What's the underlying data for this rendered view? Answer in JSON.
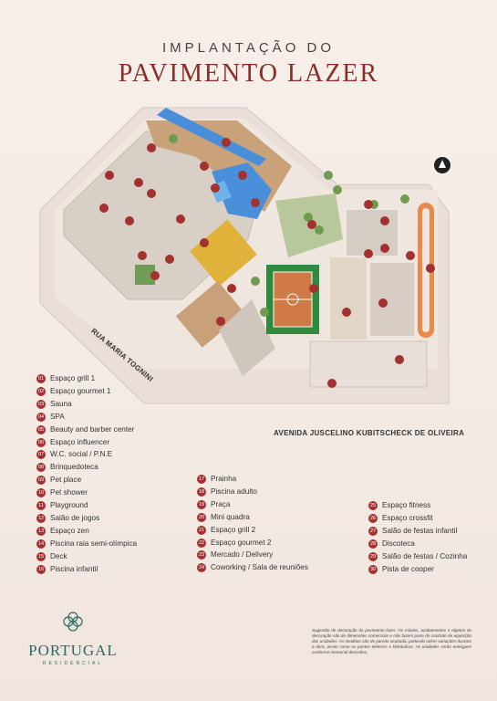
{
  "header": {
    "line1": "IMPLANTAÇÃO DO",
    "line2": "PAVIMENTO LAZER"
  },
  "streets": {
    "west": "RUA MARIA TOGNINI",
    "south": "AVENIDA JUSCELINO KUBITSCHECK DE OLIVEIRA"
  },
  "map_markers": [
    "01",
    "02",
    "03",
    "04",
    "05",
    "06",
    "07",
    "08",
    "09",
    "10",
    "11",
    "12",
    "13",
    "14",
    "15",
    "16",
    "17",
    "18",
    "19",
    "20",
    "21",
    "22",
    "23",
    "24",
    "25",
    "26",
    "27",
    "28",
    "29",
    "30"
  ],
  "legend": [
    {
      "num": "01",
      "label": "Espaço grill 1"
    },
    {
      "num": "02",
      "label": "Espaço gourmet 1"
    },
    {
      "num": "03",
      "label": "Sauna"
    },
    {
      "num": "04",
      "label": "SPA"
    },
    {
      "num": "05",
      "label": "Beauty and barber center"
    },
    {
      "num": "06",
      "label": "Espaço influencer"
    },
    {
      "num": "07",
      "label": "W.C. social / P.N.E"
    },
    {
      "num": "08",
      "label": "Brinquedoteca"
    },
    {
      "num": "09",
      "label": "Pet place"
    },
    {
      "num": "10",
      "label": "Pet shower"
    },
    {
      "num": "11",
      "label": "Playground"
    },
    {
      "num": "12",
      "label": "Salão de jogos"
    },
    {
      "num": "13",
      "label": "Espaço zen"
    },
    {
      "num": "14",
      "label": "Piscina raia semi-olímpica"
    },
    {
      "num": "15",
      "label": "Deck"
    },
    {
      "num": "16",
      "label": "Piscina infantil"
    },
    {
      "num": "17",
      "label": "Prainha"
    },
    {
      "num": "18",
      "label": "Piscina adulto"
    },
    {
      "num": "19",
      "label": "Praça"
    },
    {
      "num": "20",
      "label": "Mini quadra"
    },
    {
      "num": "21",
      "label": "Espaço grill 2"
    },
    {
      "num": "22",
      "label": "Espaço gourmet 2"
    },
    {
      "num": "23",
      "label": "Mercado / Delivery"
    },
    {
      "num": "24",
      "label": "Coworking / Sala de reuniões"
    },
    {
      "num": "25",
      "label": "Espaço fitness"
    },
    {
      "num": "26",
      "label": "Espaço crossfit"
    },
    {
      "num": "27",
      "label": "Salão de festas infantil"
    },
    {
      "num": "28",
      "label": "Discoteca"
    },
    {
      "num": "29",
      "label": "Salão de festas / Cozinha"
    },
    {
      "num": "30",
      "label": "Pista de cooper"
    }
  ],
  "brand": {
    "name": "PORTUGAL",
    "sub": "RESIDENCIAL"
  },
  "disclaimer": "Sugestão de decoração do pavimento lazer. Os móveis, acabamentos e objetos de decoração são de dimensões comerciais e não fazem parte do contrato de aquisição das unidades. As medidas são de parede acabada, podendo sofrer variações durante a obra, assim como os pontos elétricos e hidráulicos. As unidades serão entregues conforme memorial descritivo.",
  "colors": {
    "accent": "#a3312f",
    "brand": "#2c6b61",
    "pool": "#4a8fd9"
  }
}
